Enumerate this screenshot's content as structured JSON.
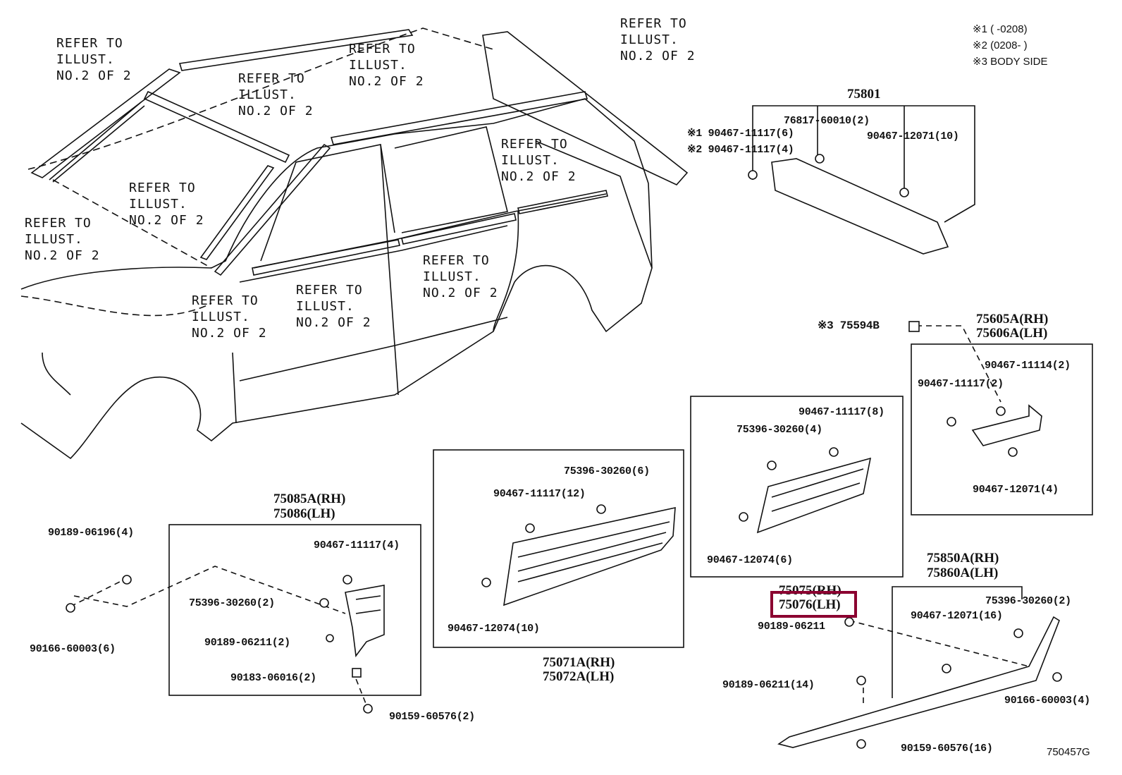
{
  "notes": [
    "※1 (      -0208)",
    "※2 (0208-      )",
    "※3 BODY SIDE"
  ],
  "refer_label": [
    "REFER TO",
    "ILLUST.",
    "NO.2 OF 2"
  ],
  "parts": {
    "p75801": "75801",
    "p76817": "76817-60010(2)",
    "p90467_11117_6": "※1 90467-11117(6)",
    "p90467_11117_4a": "※2 90467-11117(4)",
    "p90467_12071_10": "90467-12071(10)",
    "p75594B": "※3 75594B",
    "p75605A": "75605A(RH)",
    "p75606A": "75606A(LH)",
    "p90467_11114_2": "90467-11114(2)",
    "p90467_11117_2": "90467-11117(2)",
    "p90467_12071_4": "90467-12071(4)",
    "p90467_11117_8": "90467-11117(8)",
    "p75396_4": "75396-30260(4)",
    "p90467_12074_6": "90467-12074(6)",
    "p75075": "75075(RH)",
    "p75076": "75076(LH)",
    "p90189_06211": "90189-06211",
    "p75850A": "75850A(RH)",
    "p75860A": "75860A(LH)",
    "p75396_2b": "75396-30260(2)",
    "p90467_12071_16": "90467-12071(16)",
    "p90189_06211_14": "90189-06211(14)",
    "p90166_60003_4": "90166-60003(4)",
    "p90159_60576_16": "90159-60576(16)",
    "p75085A": "75085A(RH)",
    "p75086": "75086(LH)",
    "p90189_06196_4": "90189-06196(4)",
    "p90467_11117_4b": "90467-11117(4)",
    "p75396_2a": "75396-30260(2)",
    "p90189_06211_2": "90189-06211(2)",
    "p90166_60003_6": "90166-60003(6)",
    "p90183_06016_2": "90183-06016(2)",
    "p90159_60576_2": "90159-60576(2)",
    "p75396_6": "75396-30260(6)",
    "p90467_11117_12": "90467-11117(12)",
    "p90467_12074_10": "90467-12074(10)",
    "p75071A": "75071A(RH)",
    "p75072A": "75072A(LH)"
  },
  "diagram_id": "750457G",
  "highlight": {
    "part": "75076(LH)",
    "color": "#8b0030"
  }
}
